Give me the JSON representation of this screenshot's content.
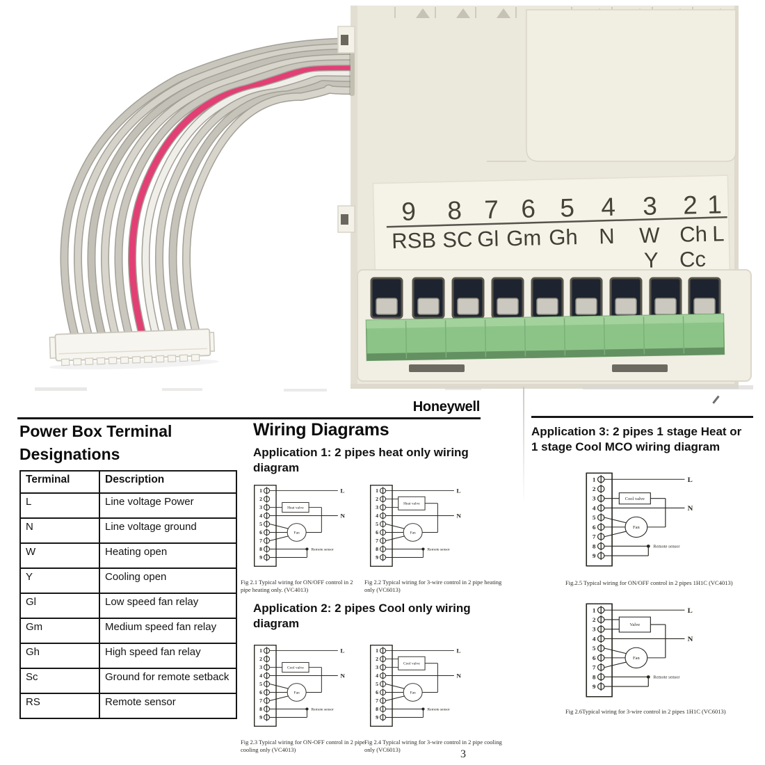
{
  "brand": "Honeywell",
  "page_number": "3",
  "photo": {
    "terminal_numbers": [
      "9",
      "8",
      "7",
      "6",
      "5",
      "4",
      "3",
      "2",
      "1"
    ],
    "terminal_labels": [
      "RSB",
      "SC",
      "Gl",
      "Gm",
      "Gh",
      "N",
      "W",
      "Ch",
      "L"
    ],
    "terminal_sub_labels": [
      "Y",
      "Cc"
    ]
  },
  "left": {
    "title_line1": "Power Box Terminal",
    "title_line2": "Designations",
    "table": {
      "headers": [
        "Terminal",
        "Description"
      ],
      "rows": [
        [
          "L",
          "Line voltage Power"
        ],
        [
          "N",
          "Line voltage ground"
        ],
        [
          "W",
          "Heating open"
        ],
        [
          "Y",
          "Cooling open"
        ],
        [
          "Gl",
          "Low speed fan relay"
        ],
        [
          "Gm",
          "Medium speed fan relay"
        ],
        [
          "Gh",
          "High speed fan relay"
        ],
        [
          "Sc",
          "Ground for remote setback"
        ],
        [
          "RS",
          "Remote sensor"
        ]
      ]
    }
  },
  "middle": {
    "title": "Wiring Diagrams",
    "app1": "Application 1: 2 pipes heat only wiring diagram",
    "app2": "Application 2: 2 pipes Cool only wiring diagram"
  },
  "right": {
    "app3_line1": "Application 3: 2 pipes 1 stage Heat or",
    "app3_line2": "1 stage Cool MCO wiring diagram"
  },
  "diagram_labels": {
    "line": "L",
    "neutral": "N",
    "fan": "Fan",
    "remote_sensor": "Remote sensor",
    "terminals": [
      "1",
      "2",
      "3",
      "4",
      "5",
      "6",
      "7",
      "8",
      "9"
    ]
  },
  "figures": [
    {
      "valve_label": "Heat valve",
      "valve_wires": 1,
      "caption": "Fig 2.1 Typical wiring for ON/OFF control in 2 pipe heating only. (VC4013)"
    },
    {
      "valve_label": "Heat valve",
      "valve_wires": 2,
      "caption": "Fig 2.2 Typical wiring for 3-wire control in 2 pipe heating only (VC6013)"
    },
    {
      "valve_label": "Cool valve",
      "valve_wires": 1,
      "caption": "Fig 2.3 Typical wiring for ON-OFF control in 2 pipe cooling only (VC4013)"
    },
    {
      "valve_label": "Cool valve",
      "valve_wires": 2,
      "caption": "Fig 2.4 Typical wiring for 3-wire control in 2 pipe cooling only (VC6013)"
    },
    {
      "valve_label": "Cool valve",
      "valve_wires": 1,
      "caption": "Fig.2.5 Typical wiring for ON/OFF control in 2 pipes 1H1C (VC4013)"
    },
    {
      "valve_label": "Valve",
      "valve_wires": 2,
      "caption": "Fig 2.6Typical wiring for 3-wire control in 2 pipes 1H1C (VC6013)"
    }
  ]
}
